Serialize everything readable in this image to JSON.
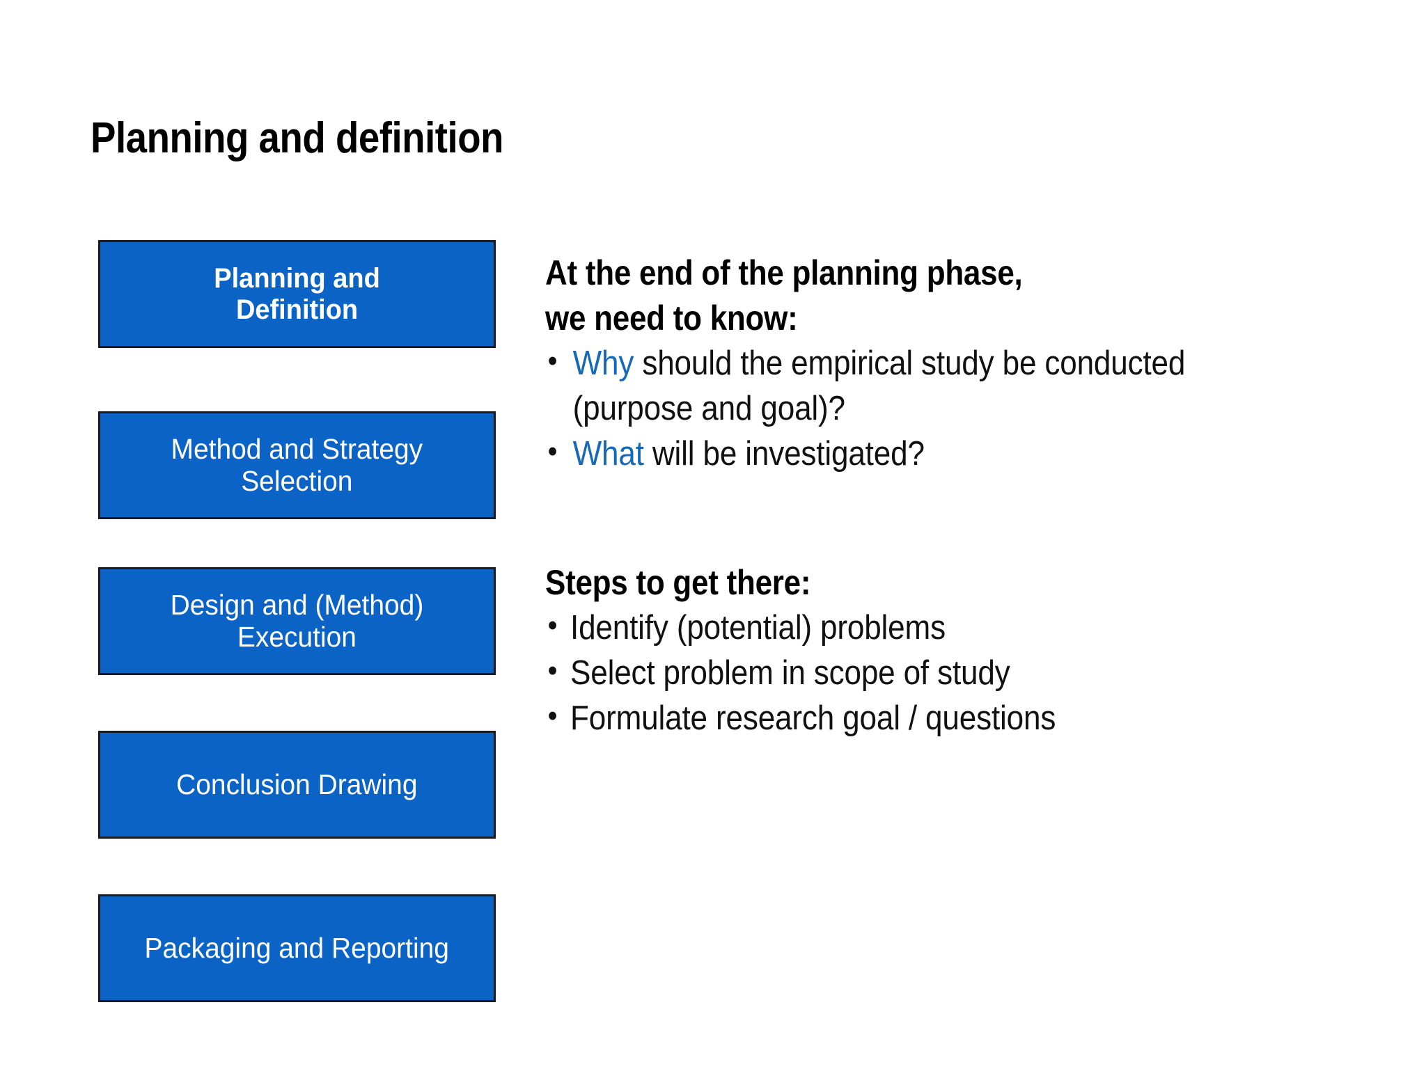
{
  "slide": {
    "title": "Planning and definition",
    "background_color": "#FFFFFF",
    "accent_blue": "#0B63C5",
    "keyword_blue": "#1569B8",
    "box_border_color": "#1A1A20",
    "box_text_color": "#FFFFFF"
  },
  "phase_flow": {
    "boxes": [
      {
        "label": "Planning and\nDefinition",
        "active": true
      },
      {
        "label": "Method and Strategy\nSelection",
        "active": false
      },
      {
        "label": "Design and (Method)\nExecution",
        "active": false
      },
      {
        "label": "Conclusion Drawing",
        "active": false
      },
      {
        "label": "Packaging and Reporting",
        "active": false
      }
    ]
  },
  "outcomes": {
    "heading": "At the end of the planning phase,\nwe need to know:",
    "bullets": [
      {
        "keyword": "Why",
        "rest": " should the empirical study be conducted (purpose and goal)?"
      },
      {
        "keyword": "What",
        "rest": " will be investigated?"
      }
    ]
  },
  "steps": {
    "heading": "Steps to get there:",
    "bullets": [
      "Identify (potential) problems",
      "Select problem in scope of study",
      "Formulate research goal / questions"
    ]
  }
}
